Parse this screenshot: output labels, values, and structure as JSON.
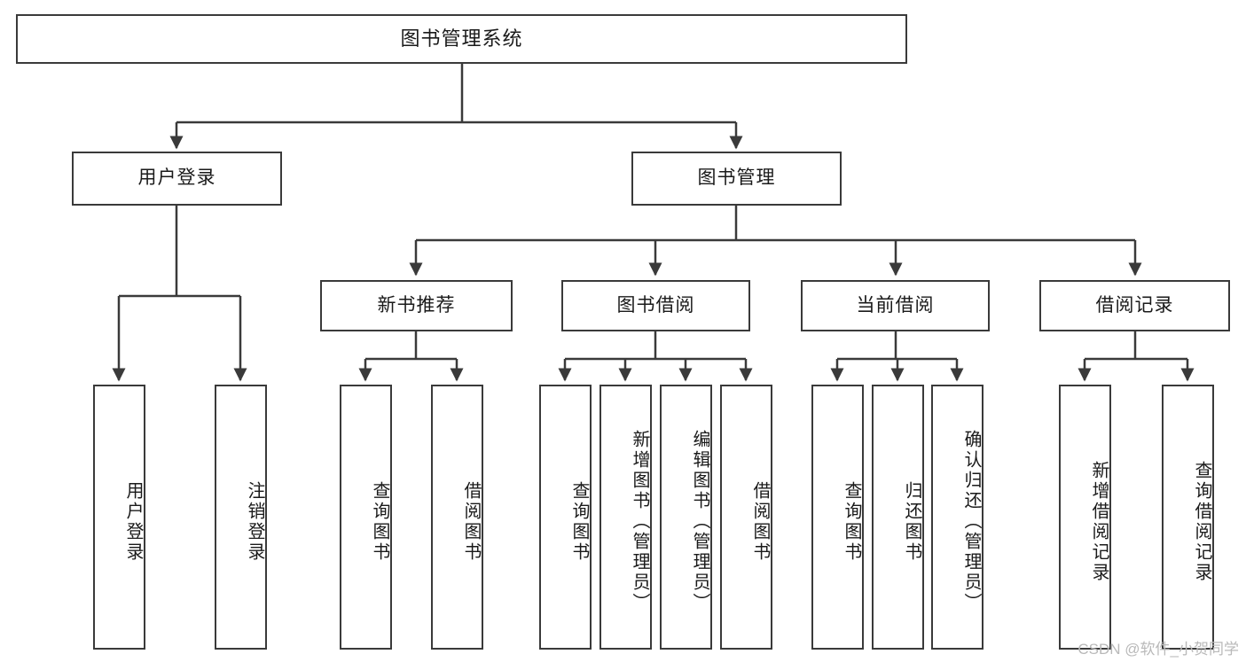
{
  "diagram": {
    "title": "图书管理系统",
    "type": "hierarchy-tree",
    "watermark": "CSDN @软件_小贺同学",
    "colors": {
      "box_border": "#3a3a3a",
      "box_fill": "#ffffff",
      "connector": "#3a3a3a",
      "text": "#1a1a1a",
      "watermark": "#b9b9b9",
      "background": "#ffffff"
    },
    "levels": {
      "root": {
        "label": "图书管理系统"
      },
      "level1": [
        {
          "label": "用户登录"
        },
        {
          "label": "图书管理"
        }
      ],
      "level2": [
        {
          "label": "新书推荐"
        },
        {
          "label": "图书借阅"
        },
        {
          "label": "当前借阅"
        },
        {
          "label": "借阅记录"
        }
      ],
      "leaves": {
        "user_login": [
          {
            "label": "用户登录"
          },
          {
            "label": "注销登录"
          }
        ],
        "new_book_recommend": [
          {
            "label": "查询图书"
          },
          {
            "label": "借阅图书"
          }
        ],
        "book_borrow": [
          {
            "label": "查询图书"
          },
          {
            "label": "新增图书（管理员）"
          },
          {
            "label": "编辑图书（管理员）"
          },
          {
            "label": "借阅图书"
          }
        ],
        "current_borrow": [
          {
            "label": "查询图书"
          },
          {
            "label": "归还图书"
          },
          {
            "label": "确认归还（管理员）"
          }
        ],
        "borrow_record": [
          {
            "label": "新增借阅记录"
          },
          {
            "label": "查询借阅记录"
          }
        ]
      }
    }
  }
}
